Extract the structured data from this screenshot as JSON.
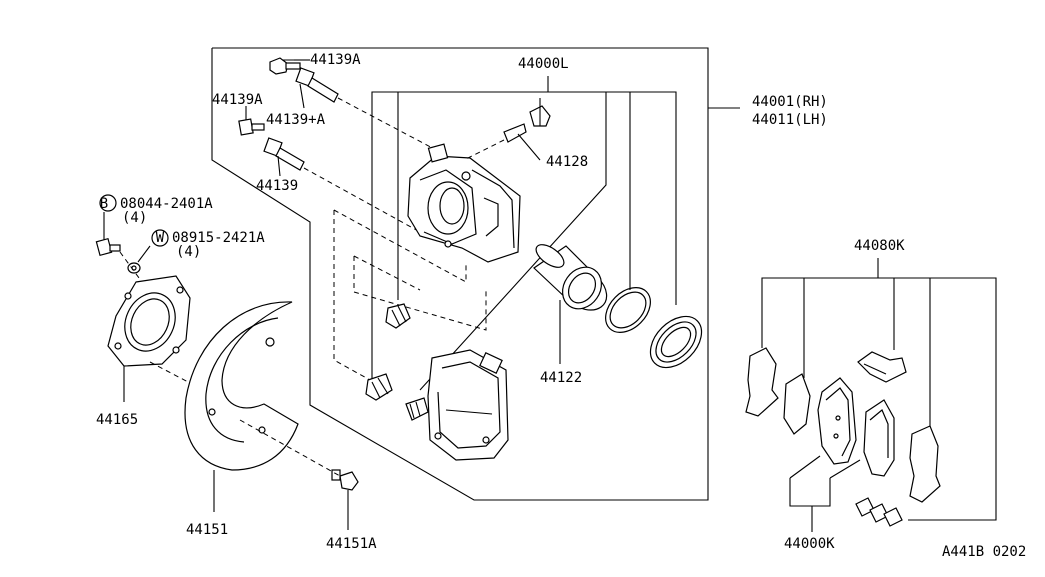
{
  "labels": {
    "l44139A_top": "44139A",
    "l44000L": "44000L",
    "l44139A_left": "44139A",
    "l44139pA": "44139+A",
    "l44001": "44001(RH)",
    "l44011": "44011(LH)",
    "l44128": "44128",
    "l44139": "44139",
    "l08044": "08044-2401A",
    "l08044_qty": "(4)",
    "l08915": "08915-2421A",
    "l08915_qty": "(4)",
    "l44080K": "44080K",
    "l44122": "44122",
    "l44165": "44165",
    "l44151": "44151",
    "l44151A": "44151A",
    "l44000K": "44000K",
    "code": "A441B 0202"
  },
  "badges": {
    "b": "B",
    "w": "W"
  }
}
